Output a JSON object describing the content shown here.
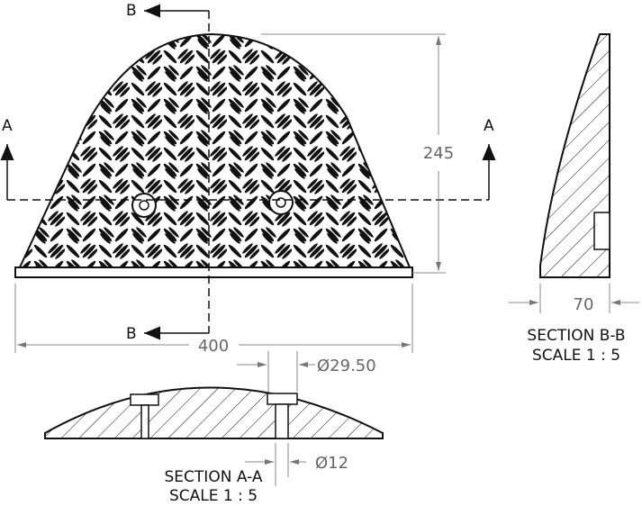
{
  "plan_view": {
    "dimension_height": "245",
    "dimension_width": "400",
    "section_mark_a_left": "A",
    "section_mark_a_right": "A",
    "section_mark_b_top": "B",
    "section_mark_b_bottom": "B"
  },
  "section_aa": {
    "title": "SECTION A-A",
    "scale": "SCALE 1 : 5",
    "dimension_pocket": "Ø29.50",
    "dimension_hole": "Ø12"
  },
  "section_bb": {
    "title": "SECTION B-B",
    "scale": "SCALE 1 : 5",
    "dimension_width": "70"
  }
}
